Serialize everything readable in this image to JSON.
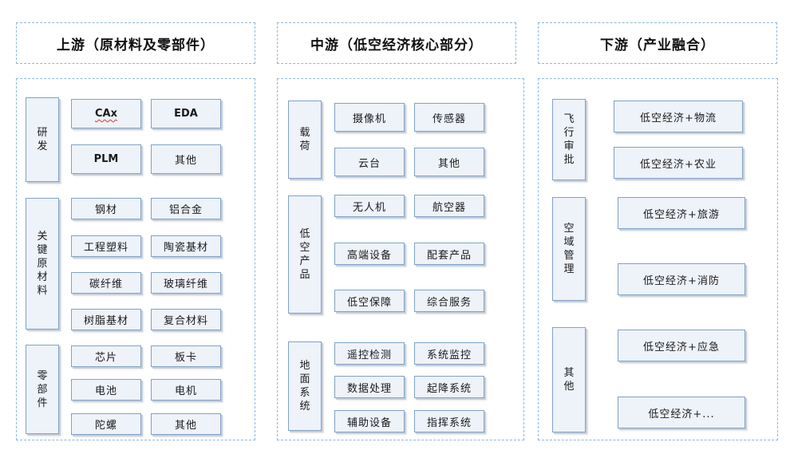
{
  "upstream": {
    "title": "上游（原材料及零部件）",
    "groups": [
      {
        "label": "研发",
        "items": [
          "CAx",
          "EDA",
          "PLM",
          "其他"
        ]
      },
      {
        "label": "关键原材料",
        "items": [
          "钢材",
          "铝合金",
          "工程塑料",
          "陶瓷基材",
          "碳纤维",
          "玻璃纤维",
          "树脂基材",
          "复合材料"
        ]
      },
      {
        "label": "零部件",
        "items": [
          "芯片",
          "板卡",
          "电池",
          "电机",
          "陀螺",
          "其他"
        ]
      }
    ]
  },
  "midstream": {
    "title": "中游（低空经济核心部分）",
    "groups": [
      {
        "label": "载荷",
        "items": [
          "摄像机",
          "传感器",
          "云台",
          "其他"
        ]
      },
      {
        "label": "低空产品",
        "items": [
          "无人机",
          "航空器",
          "高端设备",
          "配套产品",
          "低空保障",
          "综合服务"
        ]
      },
      {
        "label": "地面系统",
        "items": [
          "遥控检测",
          "系统监控",
          "数据处理",
          "起降系统",
          "辅助设备",
          "指挥系统"
        ]
      }
    ]
  },
  "downstream": {
    "title": "下游（产业融合）",
    "groups": [
      {
        "label": "飞行审批",
        "items": [
          "低空经济+物流",
          "低空经济+农业"
        ]
      },
      {
        "label": "空域管理",
        "items": [
          "低空经济+旅游",
          "低空经济+消防"
        ]
      },
      {
        "label": "其他",
        "items": [
          "低空经济+应急",
          "低空经济+..."
        ]
      }
    ]
  }
}
